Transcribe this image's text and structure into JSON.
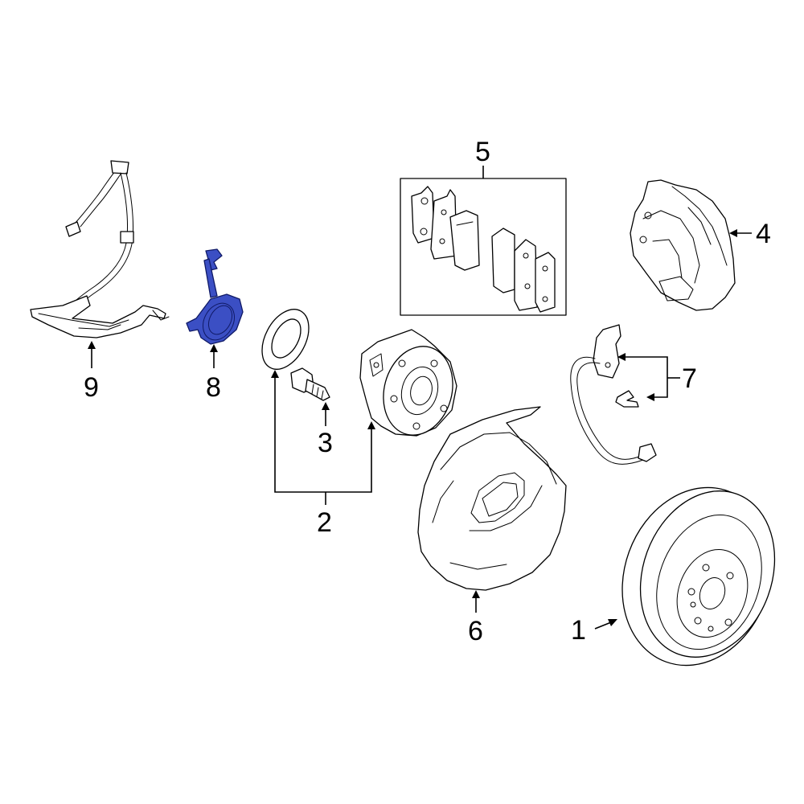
{
  "diagram": {
    "highlight_color": "#3b4fc4",
    "callouts": [
      {
        "id": "1",
        "label": "1"
      },
      {
        "id": "2",
        "label": "2"
      },
      {
        "id": "3",
        "label": "3"
      },
      {
        "id": "4",
        "label": "4"
      },
      {
        "id": "5",
        "label": "5"
      },
      {
        "id": "6",
        "label": "6"
      },
      {
        "id": "7",
        "label": "7"
      },
      {
        "id": "8",
        "label": "8",
        "highlighted": true
      },
      {
        "id": "9",
        "label": "9"
      }
    ]
  }
}
